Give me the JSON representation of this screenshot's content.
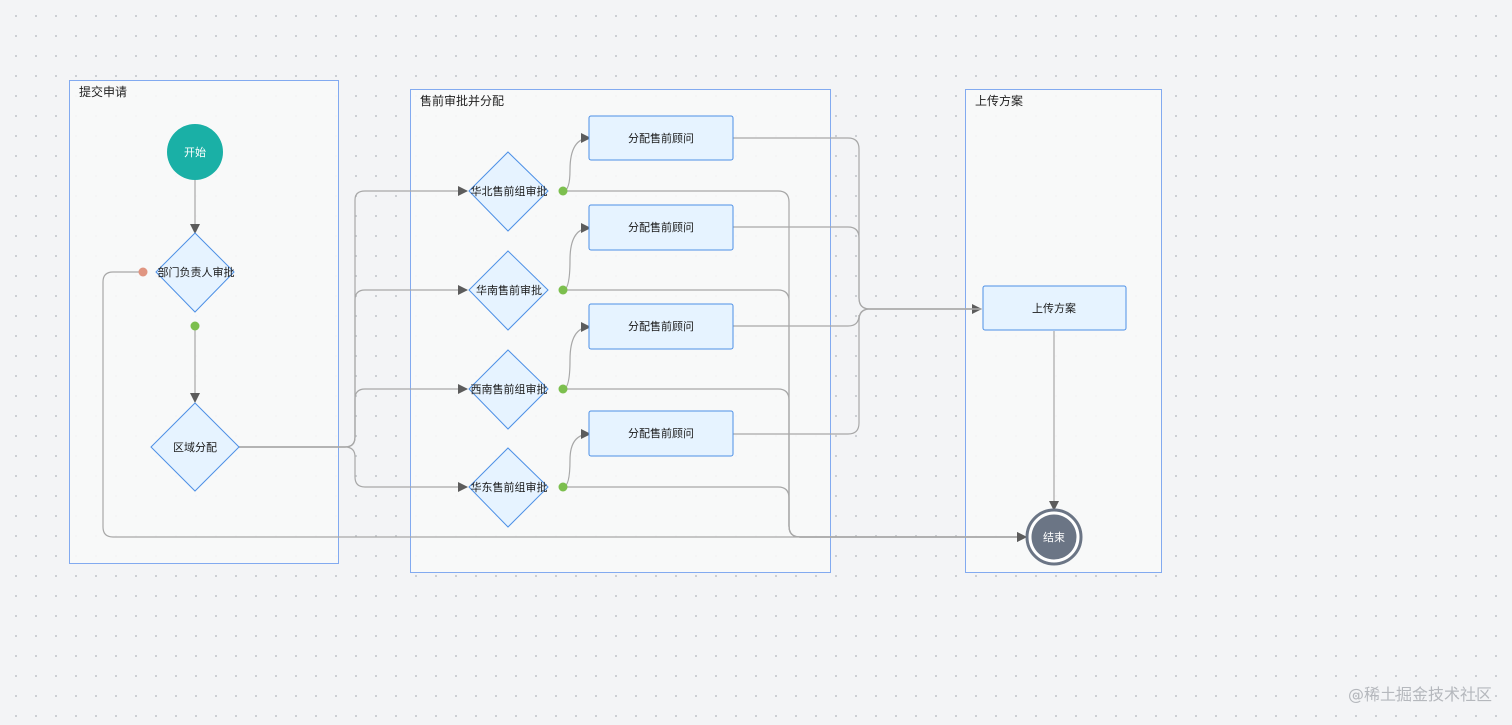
{
  "lanes": {
    "submit": "提交申请",
    "presales": "售前审批并分配",
    "upload": "上传方案"
  },
  "nodes": {
    "start": "开始",
    "dept_review": "部门负责人审批",
    "region_assign": "区域分配",
    "north_review": "华北售前组审批",
    "south_review": "华南售前审批",
    "west_review": "西南售前组审批",
    "east_review": "华东售前组审批",
    "assign_1": "分配售前顾问",
    "assign_2": "分配售前顾问",
    "assign_3": "分配售前顾问",
    "assign_4": "分配售前顾问",
    "upload_plan": "上传方案",
    "end": "结束"
  },
  "colors": {
    "start": "#1ab0a6",
    "end": "#6b7585",
    "diamond_fill": "#e6f3ff",
    "node_border": "#4d90e6",
    "edge": "#a8a8a8",
    "approve_port": "#7cbf4e",
    "reject_port": "#e09581"
  },
  "watermark": "@稀土掘金技术社区"
}
